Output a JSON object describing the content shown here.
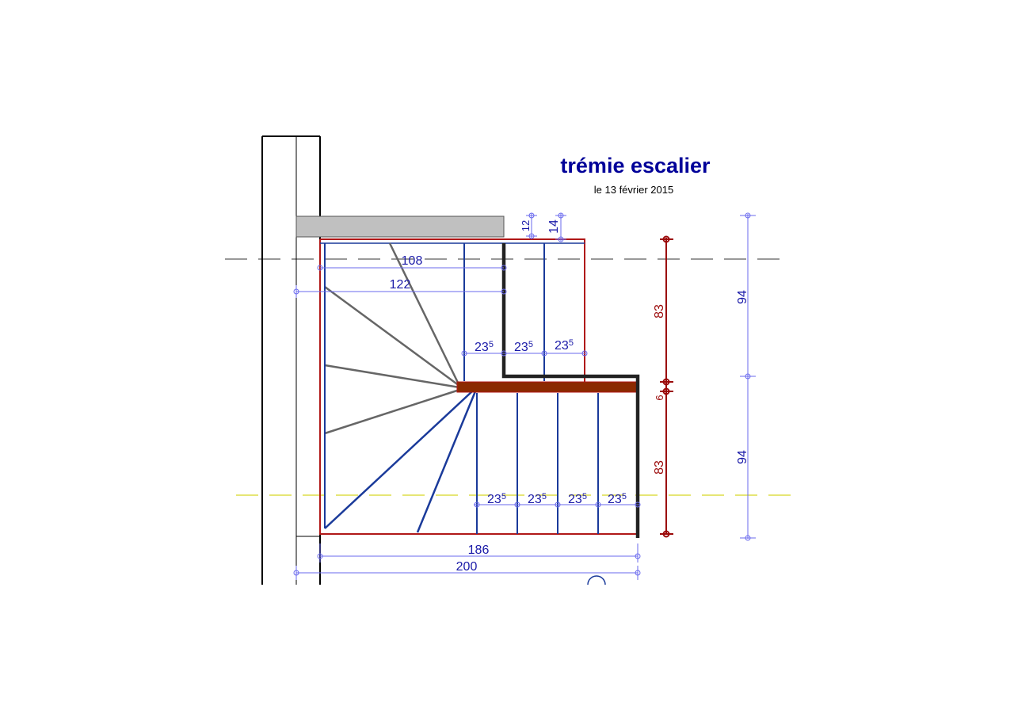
{
  "header": {
    "title": "trémie escalier",
    "date": "le 13 février 2015"
  },
  "dimensions": {
    "opening_width_108": "108",
    "opening_width_122": "122",
    "total_width_186": "186",
    "total_width_200": "200",
    "tread_main": "23",
    "tread_sup": "5",
    "gap_12": "12",
    "gap_14": "14",
    "red_height_upper": "83",
    "red_landing": "6",
    "red_height_lower": "83",
    "blue_height_upper": "94",
    "blue_height_lower": "94"
  },
  "colors": {
    "blue_line": "#1a3a9a",
    "dim_blue": "#6a6aee",
    "red_outline": "#b01818",
    "landing": "#8b2a00",
    "gray_winders": "#666666",
    "slab": "#c0c0c0",
    "axis_gray": "#999999",
    "axis_yellow": "#e6e676"
  }
}
